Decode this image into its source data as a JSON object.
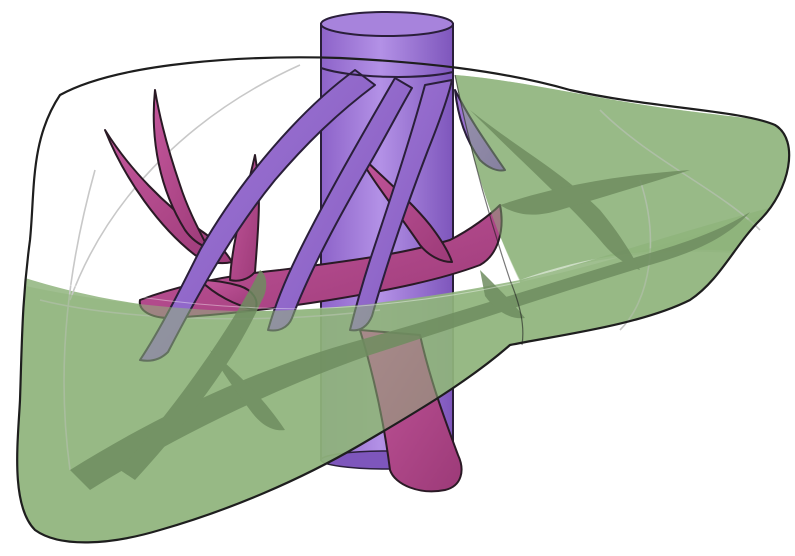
{
  "figure": {
    "subject": "",
    "structures": [
      "liver",
      "inferior-vena-cava",
      "hepatic-veins",
      "portal-vein"
    ],
    "colors": {
      "background": "#ffffff",
      "outline": "#1e1e1e",
      "liver_fill": "#8fb47c",
      "liver_upper": "#ffffff",
      "hepatic_vein": "#9b6fd0",
      "vena_cava": "#9a74d8",
      "portal_vein": "#b84a8f",
      "segment_lines": "#bdbdbd",
      "shadow": "#6f8d60"
    }
  }
}
